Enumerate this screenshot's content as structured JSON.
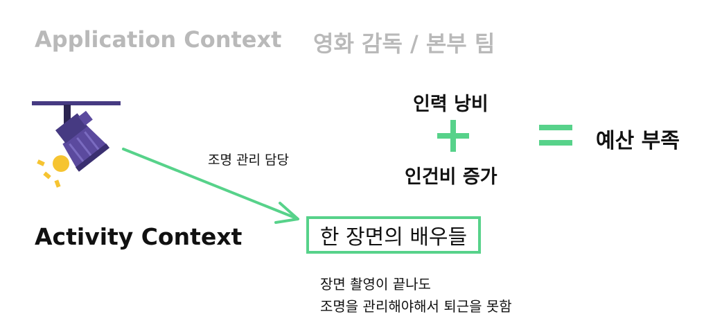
{
  "header": {
    "application_context": "Application Context",
    "application_example": "영화 감독 / 본부 팀"
  },
  "activity": {
    "title": "Activity Context",
    "lighting_label": "조명 관리 담당",
    "actors_box": "한 장면의 배우들",
    "note_lines": [
      "장면 촬영이 끝나도",
      "조명을 관리해야해서 퇴근을 못함"
    ]
  },
  "equation": {
    "term_1": "인력 낭비",
    "term_2": "인건비 증가",
    "result": "예산 부족"
  },
  "icons": {
    "spotlight": "spotlight-icon",
    "plus": "plus-icon",
    "equals": "equals-icon",
    "arrow": "arrow-icon"
  },
  "colors": {
    "accent_green": "#57d28a",
    "muted_gray": "#b9b9b9",
    "lamp_purple": "#5b4a9e",
    "lamp_purple_dark": "#463a82",
    "light_yellow": "#f6c431"
  }
}
